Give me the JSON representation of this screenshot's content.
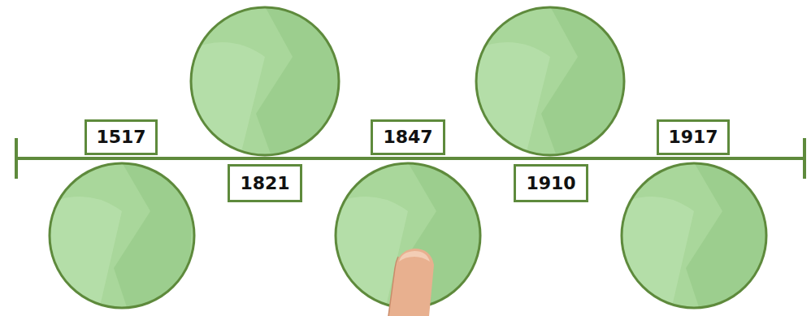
{
  "diagram": {
    "nodes": [
      {
        "text": [
          "1517"
        ]
      },
      {
        "text": [
          "1821"
        ]
      },
      {
        "text": [
          "1847"
        ]
      },
      {
        "text": [
          "1910"
        ]
      },
      {
        "text": [
          "1917"
        ]
      }
    ]
  }
}
